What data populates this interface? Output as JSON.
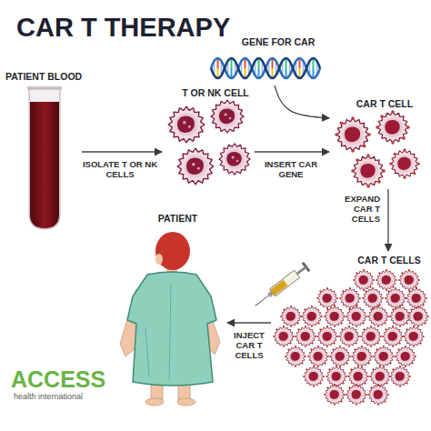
{
  "diagram": {
    "title": "CAR T THERAPY",
    "nodes": [
      {
        "text": [
          "PATIENT BLOOD"
        ]
      },
      {
        "text": [
          "T OR NK CELL"
        ]
      },
      {
        "text": [
          "GENE FOR CAR"
        ]
      },
      {
        "text": [
          "CAR T CELL"
        ]
      },
      {
        "text": [
          "CAR T CELLS"
        ]
      },
      {
        "text": [
          "PATIENT"
        ]
      }
    ],
    "edges": [
      {
        "from": 0,
        "to": 1,
        "label": "ISOLATE T OR NK CELLS",
        "arrow": "to"
      },
      {
        "from": 1,
        "to": 3,
        "label": "INSERT CAR GENE",
        "arrow": "to"
      },
      {
        "from": 2,
        "to": 3,
        "arrow": "to"
      },
      {
        "from": 3,
        "to": 4,
        "label": "EXPAND CAR T CELLS",
        "arrow": "to"
      },
      {
        "from": 4,
        "to": 5,
        "label": "INJECT CAR T CELLS",
        "arrow": "to"
      }
    ],
    "labels": [
      "ACCESS",
      "health international"
    ]
  }
}
